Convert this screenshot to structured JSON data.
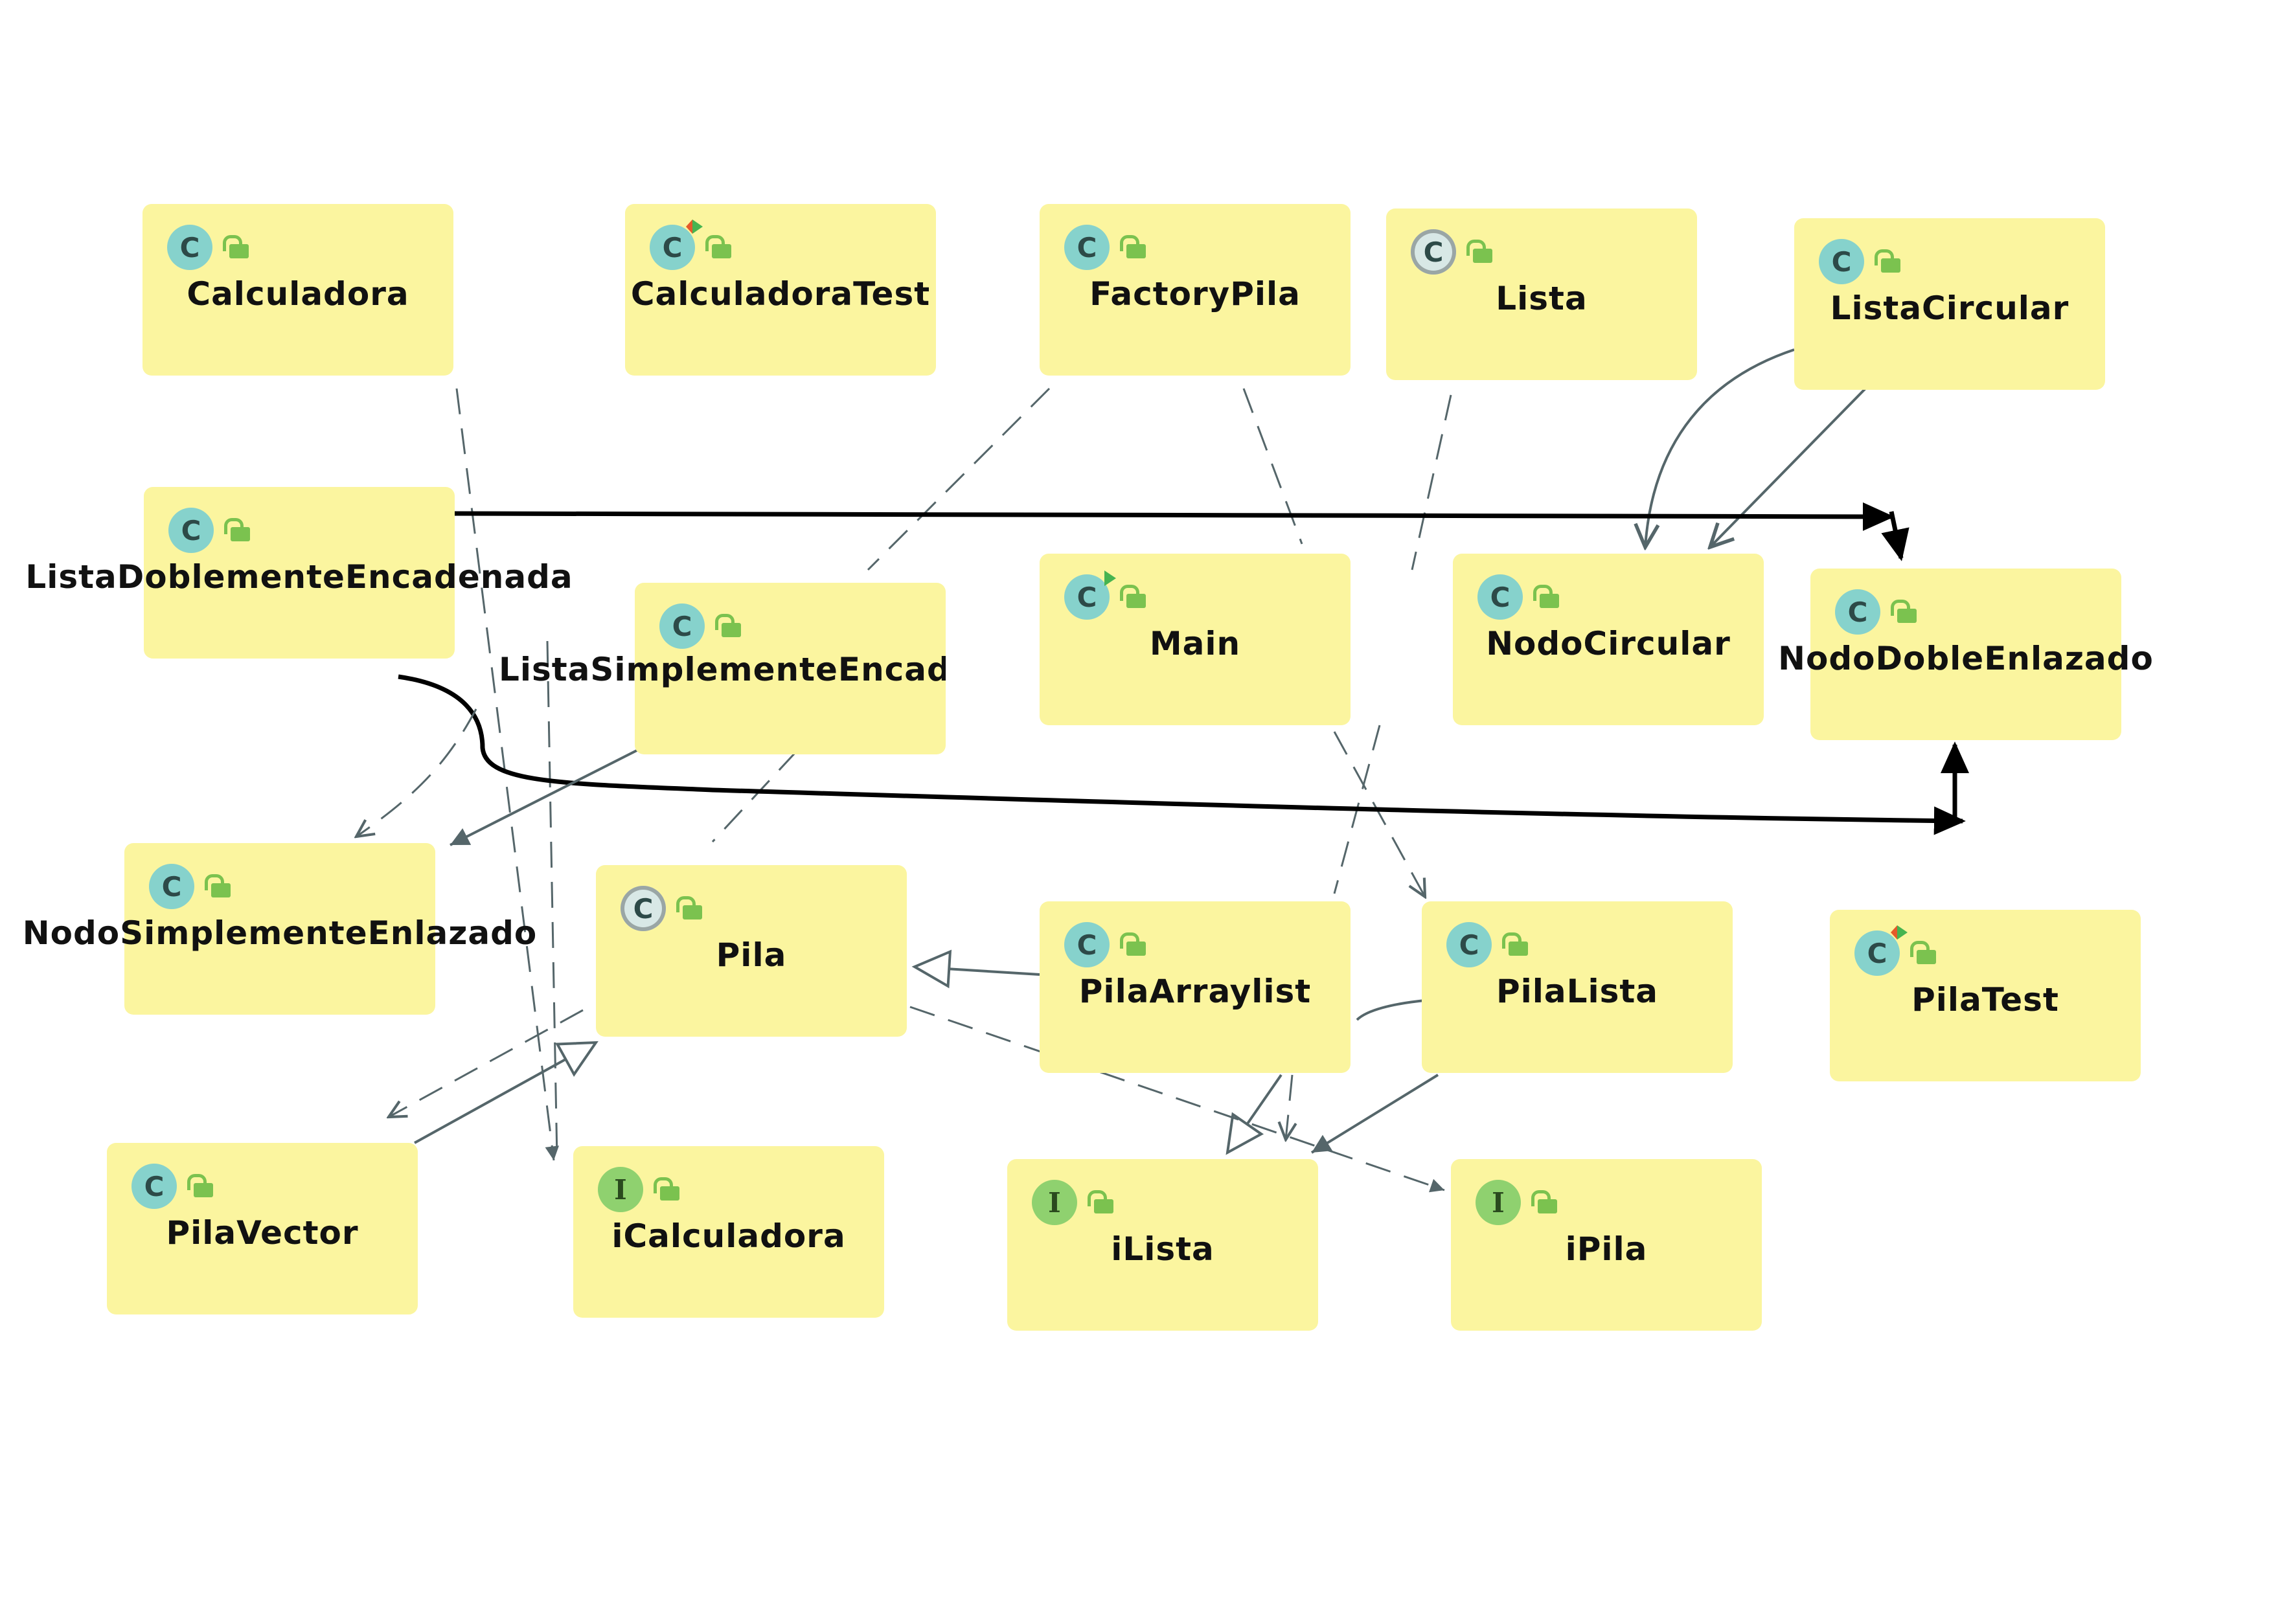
{
  "nodes": [
    {
      "id": "calculadora",
      "label": "Calculadora",
      "kind": "class"
    },
    {
      "id": "calculadoratest",
      "label": "CalculadoraTest",
      "kind": "test"
    },
    {
      "id": "factorypila",
      "label": "FactoryPila",
      "kind": "class"
    },
    {
      "id": "lista",
      "label": "Lista",
      "kind": "abstract"
    },
    {
      "id": "listacircular",
      "label": "ListaCircular",
      "kind": "class"
    },
    {
      "id": "listadoble",
      "label": "ListaDoblementeEncadenada",
      "kind": "class"
    },
    {
      "id": "listasimple",
      "label": "ListaSimplementeEncadenada",
      "kind": "class"
    },
    {
      "id": "main",
      "label": "Main",
      "kind": "main"
    },
    {
      "id": "nodocircular",
      "label": "NodoCircular",
      "kind": "class"
    },
    {
      "id": "nododoble",
      "label": "NodoDobleEnlazado",
      "kind": "class"
    },
    {
      "id": "nodosimple",
      "label": "NodoSimplementeEnlazado",
      "kind": "class"
    },
    {
      "id": "pila",
      "label": "Pila",
      "kind": "abstract"
    },
    {
      "id": "pilaarraylist",
      "label": "PilaArraylist",
      "kind": "class"
    },
    {
      "id": "pilalista",
      "label": "PilaLista",
      "kind": "class"
    },
    {
      "id": "pilatest",
      "label": "PilaTest",
      "kind": "test"
    },
    {
      "id": "pilavector",
      "label": "PilaVector",
      "kind": "class"
    },
    {
      "id": "icalculadora",
      "label": "iCalculadora",
      "kind": "interface"
    },
    {
      "id": "ilista",
      "label": "iLista",
      "kind": "interface"
    },
    {
      "id": "ipila",
      "label": "iPila",
      "kind": "interface"
    }
  ],
  "icon_letters": {
    "class": "C",
    "interface": "I"
  },
  "colors": {
    "node_fill": "#fbf59f",
    "class_icon": "#86d2cc",
    "interface_icon": "#8fd16f",
    "edge_gray": "#55666a",
    "edge_black": "#000000"
  },
  "edges": [
    {
      "from": "calculadora",
      "to": "icalculadora",
      "style": "dashed",
      "arrow": "open"
    },
    {
      "from": "factorypila",
      "to": "pilavector",
      "style": "dashed",
      "arrow": "open"
    },
    {
      "from": "factorypila",
      "to": "pilalista",
      "style": "dashed",
      "arrow": "open"
    },
    {
      "from": "lista",
      "to": "ilista",
      "style": "dashed",
      "arrow": "open"
    },
    {
      "from": "listacircular",
      "to": "nodocircular",
      "style": "solid",
      "arrow": "open"
    },
    {
      "from": "listadoble",
      "to": "nododoble",
      "style": "thick",
      "arrow": "filled"
    },
    {
      "from": "listadoble",
      "to": "nodosimple",
      "style": "dashed",
      "arrow": "open"
    },
    {
      "from": "listasimple",
      "to": "nodosimple",
      "style": "solid",
      "arrow": "open"
    },
    {
      "from": "pilavector",
      "to": "pila",
      "style": "solid",
      "arrow": "inheritance"
    },
    {
      "from": "pilaarraylist",
      "to": "pila",
      "style": "solid",
      "arrow": "inheritance"
    },
    {
      "from": "pilaarraylist",
      "to": "ilista",
      "style": "solid",
      "arrow": "inheritance"
    },
    {
      "from": "pilalista",
      "to": "ilista",
      "style": "solid",
      "arrow": "open"
    },
    {
      "from": "pila",
      "to": "ipila",
      "style": "dashed",
      "arrow": "open"
    }
  ]
}
